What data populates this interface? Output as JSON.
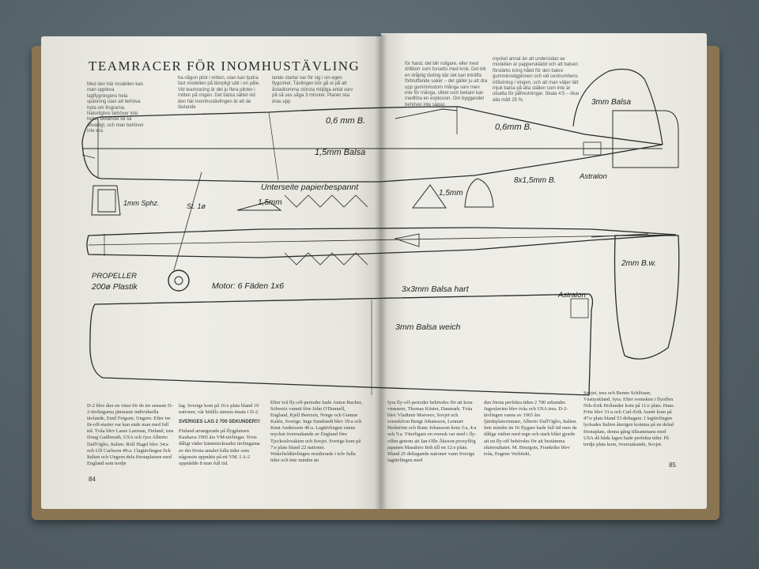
{
  "article": {
    "title": "TEAMRACER FÖR INOMHUSTÄVLING",
    "intro_columns": [
      "Med den här modellen kan man uppleva lagflygningens hela spänning utan att behöva tryta om fingrarna. Naturligtvis behöver inte heller tävlandet bli så allvarligt, och man behöver inte era",
      "ha någon pilot i mitten, utan kan tjudra fast modellen på lämpligt sätt i en påle. Vid teamracing är det ju flera piloter i mitten på ringen. Det bästa sättet vid den här inomhustävlingen är att de tävlande",
      "lande startar var för sig i sin egen flygcirkel. Tävlingen bör gå ut på att åstadkomma största möjliga antal varv på så ses såga 3 minuter. Planet ska dras upp",
      "för hand, det blir roligare, eller med drillborr som forsetts med krok. Det blir en dråplig tävling där det kan inträffa förbluffande saker – det gäller ju att dra upp gummimotorn många varv men inte för många, vilket som bekant kan medföra en explosion. Om byggandet behöver inte sägas",
      "mycket annat än att undersidan av modellen är papperskiädd och att balsen förstärks kring hålet för den bakre gummiinodgpinnen och vid centrumhens infästning i vingen, och att man väljer lätt mjuk balsa på alla ställen som inte är utsatta för påfrestningar. Skala 4:5 – ökar alla mått 25 %."
    ],
    "body_columns": [
      "D-2 blev åter en vinst för de tre senaste D-2-tävlingarna jämnaste individuella tävlande, Emil Feigsen, Ungern. Efter tre fir-off-starter var kan ende man med full tid. Tvåa blev Lasse Laxman, Finland, trea Doug Gailbreath, USA och fyra Alberto Dall'Oglio, Italien. Rolf Hagel blev 34:a och Ulf Carlsson 49:a. I lagtävlingen fick Italien och Ungern dela förstaplatsen med England som tredje",
      "lag. Sverige kom på 16:e plats bland 19 nationer, vår hittills sämsta insats i D-2.|SVERIGES LAG 2 700 SEKUNDER!!!|Finland arrangerade på flygplatsen Kauhava 1965 års VM-tävlingar. Trots dåligt väder kännetecknades tävlingarna av det första antalet fulla tider som någonsin uppnåtts på ett VM. I A-2 uppnådde 8 man full tid.",
      "Efter två fly-off-perioder hade Anton Bucher, Schweiz vunnit före John O'Donnell, England, Kjell Beerzen, Norge och Gunnar Kalén, Sverige. Inge Sundstedt blev 39:a och Knut Andersson 40:a. Lagtävlingen vanns mycket överraskande av England före Tjeckoslovakien och Sovjet. Sverige kom på 7:e plats bland 22 nationer. Wakefieldtävlingen resulterade i tolv fulla tider och inte mindre än",
      "fyra fly-off-perioder behövdes för att kora vinnaren, Thomas Köster, Danmark. Tvåa blev Vladimir Matveev, Sovjet och svenskfron Bengt Johansson, Lennart Hedström och Rune Johansson kom 3:a, 4:a och 5:a. Ytterligare en svensk var med i fly-offen genom att Jan-Olle Åkeson proxyflög japanen Masahiro Itoh till en 12:e plats. Bland 25 deltagande nationer vann Sverige lagtävlingen med",
      "den första perfekta tiden 2 700 sekunder. Jugoslavien blev tvåa och USA trea. D-2-tävlingen vanns av 1965 års fjärdeplatsvinnare, Alberto Dall'Oglio, Italien. Inte mindre än 16 flygare hade full tid men de dåliga vädret med regn och stark blåst gjorde att en fly-off behövdes för att bestämma slutresultatet. M. Bourgois, Frankrike blev tvåa, Eugene Verbitski,",
      "Sovjet, trea och Benno Schlösser, Västtyskland, fyra. Efter svensken i flyoffen Nils-Erik Hollander kom på 11:e plats. Hans Fritz blev 31:a och Carl-Erik Aunér kom på 47:e plats bland 53 deltagare. I lagtävlingen lyckades Italien återigen komma på en delad förstaplats, denna gång tillsammans med USA då båda lagen hade perfekta tider. På tredje plats kom, överraskande, Sovjet."
    ],
    "subheading": "SVERIGES LAG 2 700 SEKUNDER!!!",
    "page_left": "84",
    "page_right": "85"
  },
  "plan_labels": {
    "fuselage_top_left": "0,6 mm B.",
    "fuselage_top_right": "0,6mm B.",
    "balsa_15": "1,5mm Balsa",
    "fin_balsa": "3mm Balsa",
    "sphz": "1mm Sphz.",
    "st": "St. 1ø",
    "unterseite": "Unterseite papierbespannt",
    "gusset_15_left": "1,5mm",
    "gusset_15_right": "1,5mm",
    "spar": "8x1,5mm B.",
    "astralon_top": "Astralon",
    "propeller": "PROPELLER",
    "propeller_size": "200ø Plastik",
    "motor": "Motor: 6 Fäden 1x6",
    "tail_bw": "2mm B.w.",
    "balsa_hart": "3x3mm Balsa hart",
    "astralon_bottom": "Astralon",
    "balsa_weich": "3mm Balsa weich"
  }
}
